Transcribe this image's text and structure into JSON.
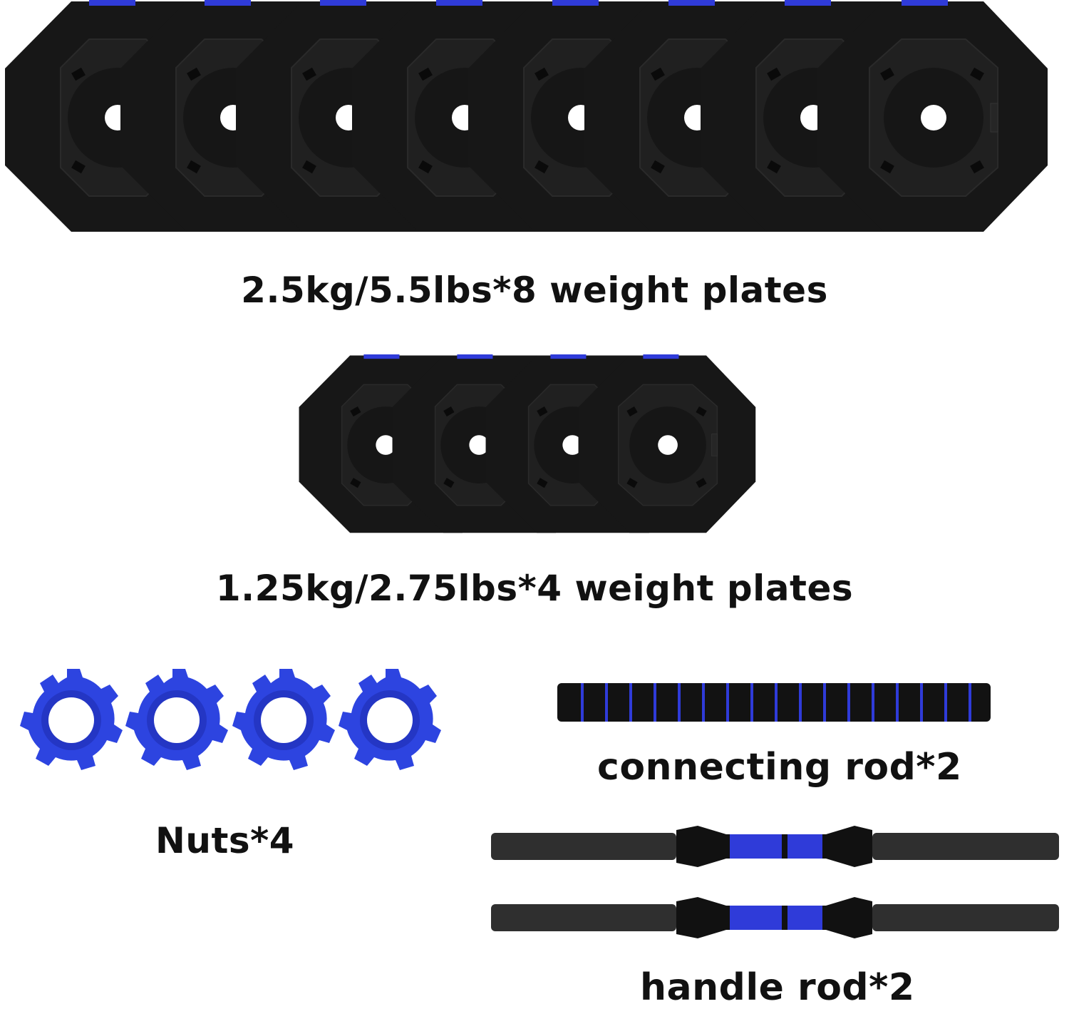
{
  "components": {
    "large_plates": {
      "caption": "2.5kg/5.5lbs*8 weight plates",
      "count": 8
    },
    "small_plates": {
      "caption": "1.25kg/2.75lbs*4 weight plates",
      "count": 4
    },
    "nuts": {
      "caption": "Nuts*4",
      "count": 4
    },
    "connecting_rod": {
      "caption": "connecting rod*2"
    },
    "handle_rod": {
      "caption": "handle rod*2",
      "count": 2
    }
  },
  "colors": {
    "plate_body": "#1a1a1a",
    "accent_blue": "#2f3bd9",
    "nut_blue": "#2d44e0",
    "rod_dark": "#2b2b2b",
    "background": "#ffffff"
  }
}
